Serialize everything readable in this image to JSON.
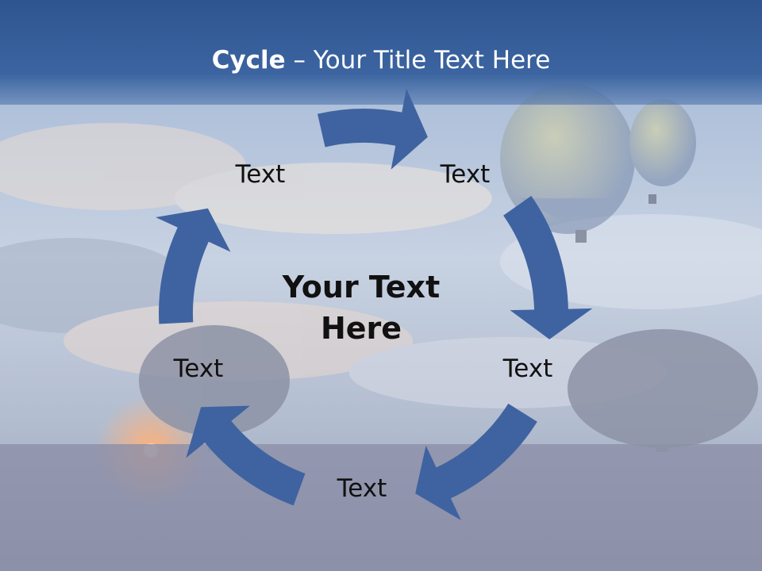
{
  "title": {
    "bold": "Cycle",
    "rest": " – Your Title Text Here"
  },
  "center": {
    "line1": "Your Text",
    "line2": "Here"
  },
  "nodes": [
    {
      "label": "Text"
    },
    {
      "label": "Text"
    },
    {
      "label": "Text"
    },
    {
      "label": "Text"
    },
    {
      "label": "Text"
    }
  ],
  "colors": {
    "arrow": "#3f63a0",
    "title_bar": "#345a96",
    "title_text": "#ffffff",
    "label_text": "#111111"
  },
  "background_icons": [
    "cloudy-sky-image",
    "hot-air-balloon-icon",
    "tree-silhouette",
    "sunset-glow"
  ]
}
